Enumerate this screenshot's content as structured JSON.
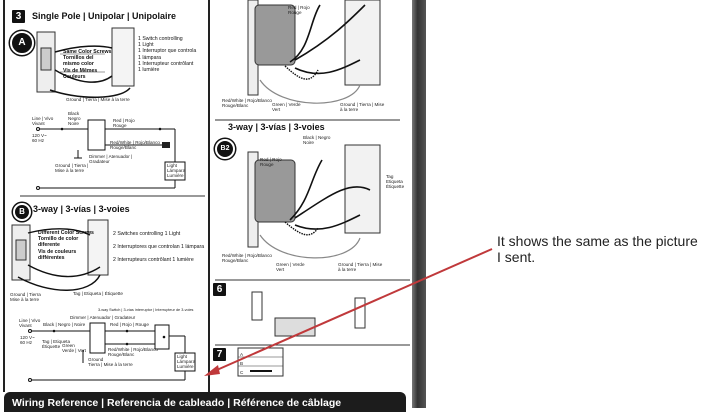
{
  "annotation": {
    "text_line1": "It shows the same as the picture",
    "text_line2": "I sent.",
    "arrow_color": "#c0393b"
  },
  "left": {
    "step3": {
      "number": "3",
      "title": "Single Pole | Unipolar | Unipolaire",
      "badge": "A",
      "screws": [
        "Same Color Screws",
        "Tornillos del",
        "mismo color",
        "Vis de Mêmes",
        "Couleurs"
      ],
      "desc": [
        "1 Switch controlling",
        "1 Light",
        "1 Interruptor que controla",
        "1 lámpara",
        "1 Interrupteur contrôlant",
        "1 lumière"
      ],
      "ground": "Ground | Tierra | Mise à la terre",
      "schematic": {
        "line": [
          "Line | Vivo",
          "Vivant"
        ],
        "voltage": [
          "120 V~",
          "60 Hz"
        ],
        "black": [
          "Black",
          "Negro",
          "Noire"
        ],
        "red": [
          "Red | Rojo",
          "Rouge"
        ],
        "redwhite": [
          "Red/White | Rojo/Blanco",
          "Rouge/Blanc"
        ],
        "dimmer": [
          "Dimmer | Atenuador |",
          "Gradateur"
        ],
        "ground": [
          "Ground | Tierra |",
          "Mise à la terre"
        ],
        "light": [
          "Light",
          "Lámpara",
          "Lumière"
        ]
      }
    },
    "stepB": {
      "badge": "B",
      "title": "3-way | 3-vías | 3-voies",
      "screws": [
        "Different Color Screws",
        "Tornillo de color",
        "diferente",
        "Vis de couleurs",
        "différentes"
      ],
      "desc": [
        "2 Switches controlling 1 Light",
        "2 Interruptores que controlan 1 lámpara",
        "2 Interrupteurs contrôlant 1 lumière"
      ],
      "ground": [
        "Ground | Tierra",
        "Mise à la terre"
      ],
      "tag": "Tag | Etiqueta | Étiquette",
      "schematic": {
        "switch3": "3-way Switch | 3-vías interruptor | Interrupteur de 3-voies",
        "dimmer": "Dimmer | Atenuador | Gradateur",
        "line": [
          "Line | Vivo",
          "Vivant"
        ],
        "black": "Black | Negro | Noire",
        "red": "Red | Rojo | Rouge",
        "voltage": [
          "120 V~",
          "60 Hz"
        ],
        "tag": [
          "Tag | Etiqueta",
          "Étiquette"
        ],
        "green": [
          "Green",
          "Verde | Vert"
        ],
        "redwhite": [
          "Red/White | Rojo/Blanco",
          "Rouge/Blanc"
        ],
        "ground": [
          "Ground",
          "Tierra | Mise à la terre"
        ],
        "light": [
          "Light",
          "Lámpara",
          "Lumière"
        ]
      }
    }
  },
  "right": {
    "b1": {
      "red": [
        "Red | Rojo",
        "Rouge"
      ],
      "redwhite": [
        "Red/White | Rojo/Blanco",
        "Rouge/Blanc"
      ],
      "green": [
        "Green | Verde",
        "Vert"
      ],
      "ground": [
        "Ground | Tierra | Mise",
        "à la terre"
      ]
    },
    "b2": {
      "title": "3-way | 3-vías | 3-voies",
      "badge": "B2",
      "black": [
        "Black | Negro",
        "Noire"
      ],
      "red": [
        "Red | Rojo",
        "Rouge"
      ],
      "tag": [
        "Tag",
        "Etiqueta",
        "Étiquette"
      ],
      "redwhite": [
        "Red/White | Rojo/Blanco",
        "Rouge/Blanc"
      ],
      "green": [
        "Green | Verde",
        "Vert"
      ],
      "ground": [
        "Ground | Tierra | Mise",
        "à la terre"
      ]
    },
    "step6": {
      "number": "6"
    },
    "step7": {
      "number": "7",
      "rows": [
        "A",
        "B",
        "C"
      ]
    }
  },
  "footer": {
    "title": "Wiring Reference | Referencia de cableado | Référence de câblage"
  }
}
